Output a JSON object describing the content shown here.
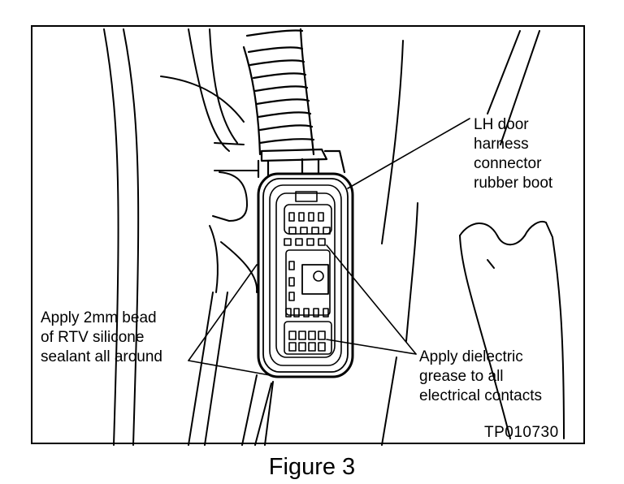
{
  "figure": {
    "caption": "Figure 3",
    "id_code": "TP010730"
  },
  "callouts": {
    "boot": [
      "LH door",
      "harness",
      "connector",
      "rubber boot"
    ],
    "rtv": [
      "Apply 2mm bead",
      "of RTV silicone",
      "sealant all around"
    ],
    "grease": [
      "Apply dielectric",
      "grease to all",
      "electrical contacts"
    ]
  }
}
